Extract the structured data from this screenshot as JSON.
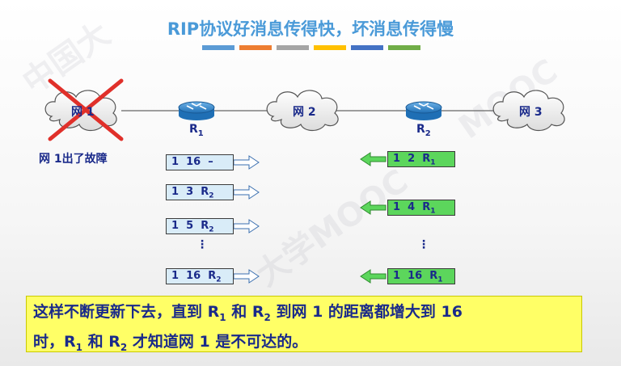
{
  "title": "RIP协议好消息传得快，坏消息传得慢",
  "color_bar": [
    "#5b9bd5",
    "#ed7d31",
    "#a5a5a5",
    "#ffc000",
    "#4472c4",
    "#70ad47"
  ],
  "networks": {
    "net1": "网 1",
    "net2": "网 2",
    "net3": "网 3"
  },
  "routers": {
    "r1": {
      "name": "R",
      "sub": "1"
    },
    "r2": {
      "name": "R",
      "sub": "2"
    }
  },
  "fault_text": "网 1出了故障",
  "r1_tables": [
    {
      "text": "1  16  –",
      "sub": ""
    },
    {
      "text": "1  3  R",
      "sub": "2"
    },
    {
      "text": "1  5  R",
      "sub": "2"
    },
    {
      "text": "1  16  R",
      "sub": "2"
    }
  ],
  "r2_tables": [
    {
      "text": "1  2  R",
      "sub": "1"
    },
    {
      "text": "1  4  R",
      "sub": "1"
    },
    {
      "text": "1  16  R",
      "sub": "1"
    }
  ],
  "ellipsis": "⋮",
  "explain": {
    "p1": "这样不断更新下去，直到 R",
    "s1": "1",
    "p2": " 和 R",
    "s2": "2",
    "p3": " 到网 1 的距离都增大到 16",
    "p4": "时，R",
    "s3": "1",
    "p5": " 和 R",
    "s4": "2",
    "p6": " 才知道网 1 是不可达的。"
  },
  "colors": {
    "title": "#4a9ad8",
    "cross": "#e0302a",
    "text": "#1a2a8a",
    "highlight": "#ffff66"
  }
}
